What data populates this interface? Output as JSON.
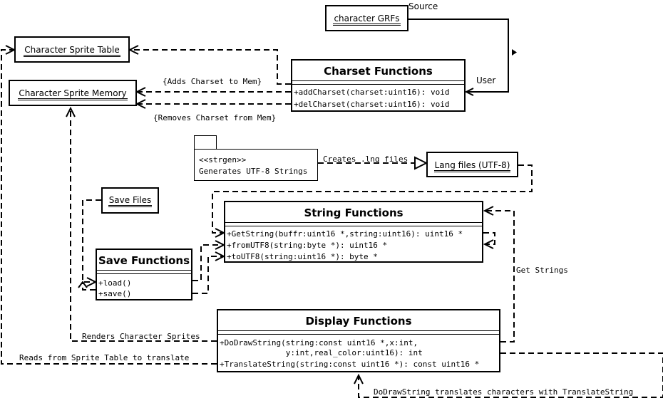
{
  "objects": {
    "character_grfs": "character GRFs",
    "character_sprite_table": "Character Sprite Table",
    "character_sprite_memory": "Character Sprite Memory",
    "save_files": "Save Files",
    "lang_files": "Lang files (UTF-8)"
  },
  "classes": {
    "charset": {
      "title": "Charset Functions",
      "methods": [
        "+addCharset(charset:uint16): void",
        "+delCharset(charset:uint16): void"
      ]
    },
    "string": {
      "title": "String Functions",
      "methods": [
        "+GetString(buffr:uint16 *,string:uint16): uint16 *",
        "+fromUTF8(string:byte *): uint16 *",
        "+toUTF8(string:uint16 *): byte *"
      ]
    },
    "save": {
      "title": "Save Functions",
      "methods": [
        "+load()",
        "+save()"
      ]
    },
    "display": {
      "title": "Display Functions",
      "methods": [
        "+DoDrawString(string:const uint16 *,x:int,",
        "              y:int,real_color:uint16): int",
        "+TranslateString(string:const uint16 *): const uint16 *"
      ]
    }
  },
  "package": {
    "stereotype": "<<strgen>>",
    "text": "Generates UTF-8 Strings"
  },
  "labels": {
    "source": "Source",
    "user": "User",
    "adds_charset": "{Adds Charset to Mem}",
    "removes_charset": "{Removes Charset from Mem}",
    "creates_lng": "Creates .lng files",
    "get_strings": "Get Strings",
    "renders_sprites": "Renders Character Sprites",
    "reads_sprite_table": "Reads from Sprite Table to translate",
    "dodrawstring_note": "DoDrawString translates characters with TranslateString"
  }
}
